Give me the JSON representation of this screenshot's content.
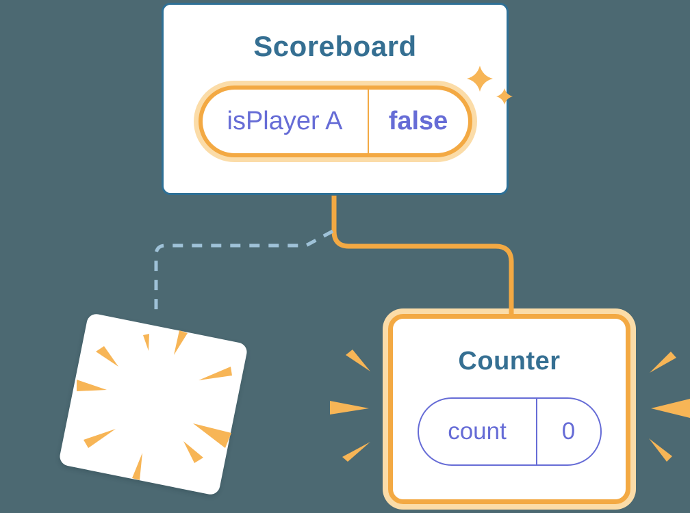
{
  "colors": {
    "background": "#4C6972",
    "card_border_blue": "#2E7096",
    "component_title": "#356F92",
    "orange_accent": "#F3A943",
    "orange_soft": "#F7B556",
    "orange_light": "#FBDCA8",
    "state_purple": "#666CD6",
    "dashed_line_blue": "#9FC2D8"
  },
  "scoreboard_card": {
    "title": "Scoreboard",
    "state_pill": {
      "name": "isPlayer A",
      "value": "false"
    },
    "icon": "sparkles-icon"
  },
  "counter_card": {
    "title": "Counter",
    "state_pill": {
      "name": "count",
      "value": "0"
    },
    "icon": "emphasis-marks-icon"
  },
  "destroyed_card": {
    "icon": "burst-icon"
  }
}
